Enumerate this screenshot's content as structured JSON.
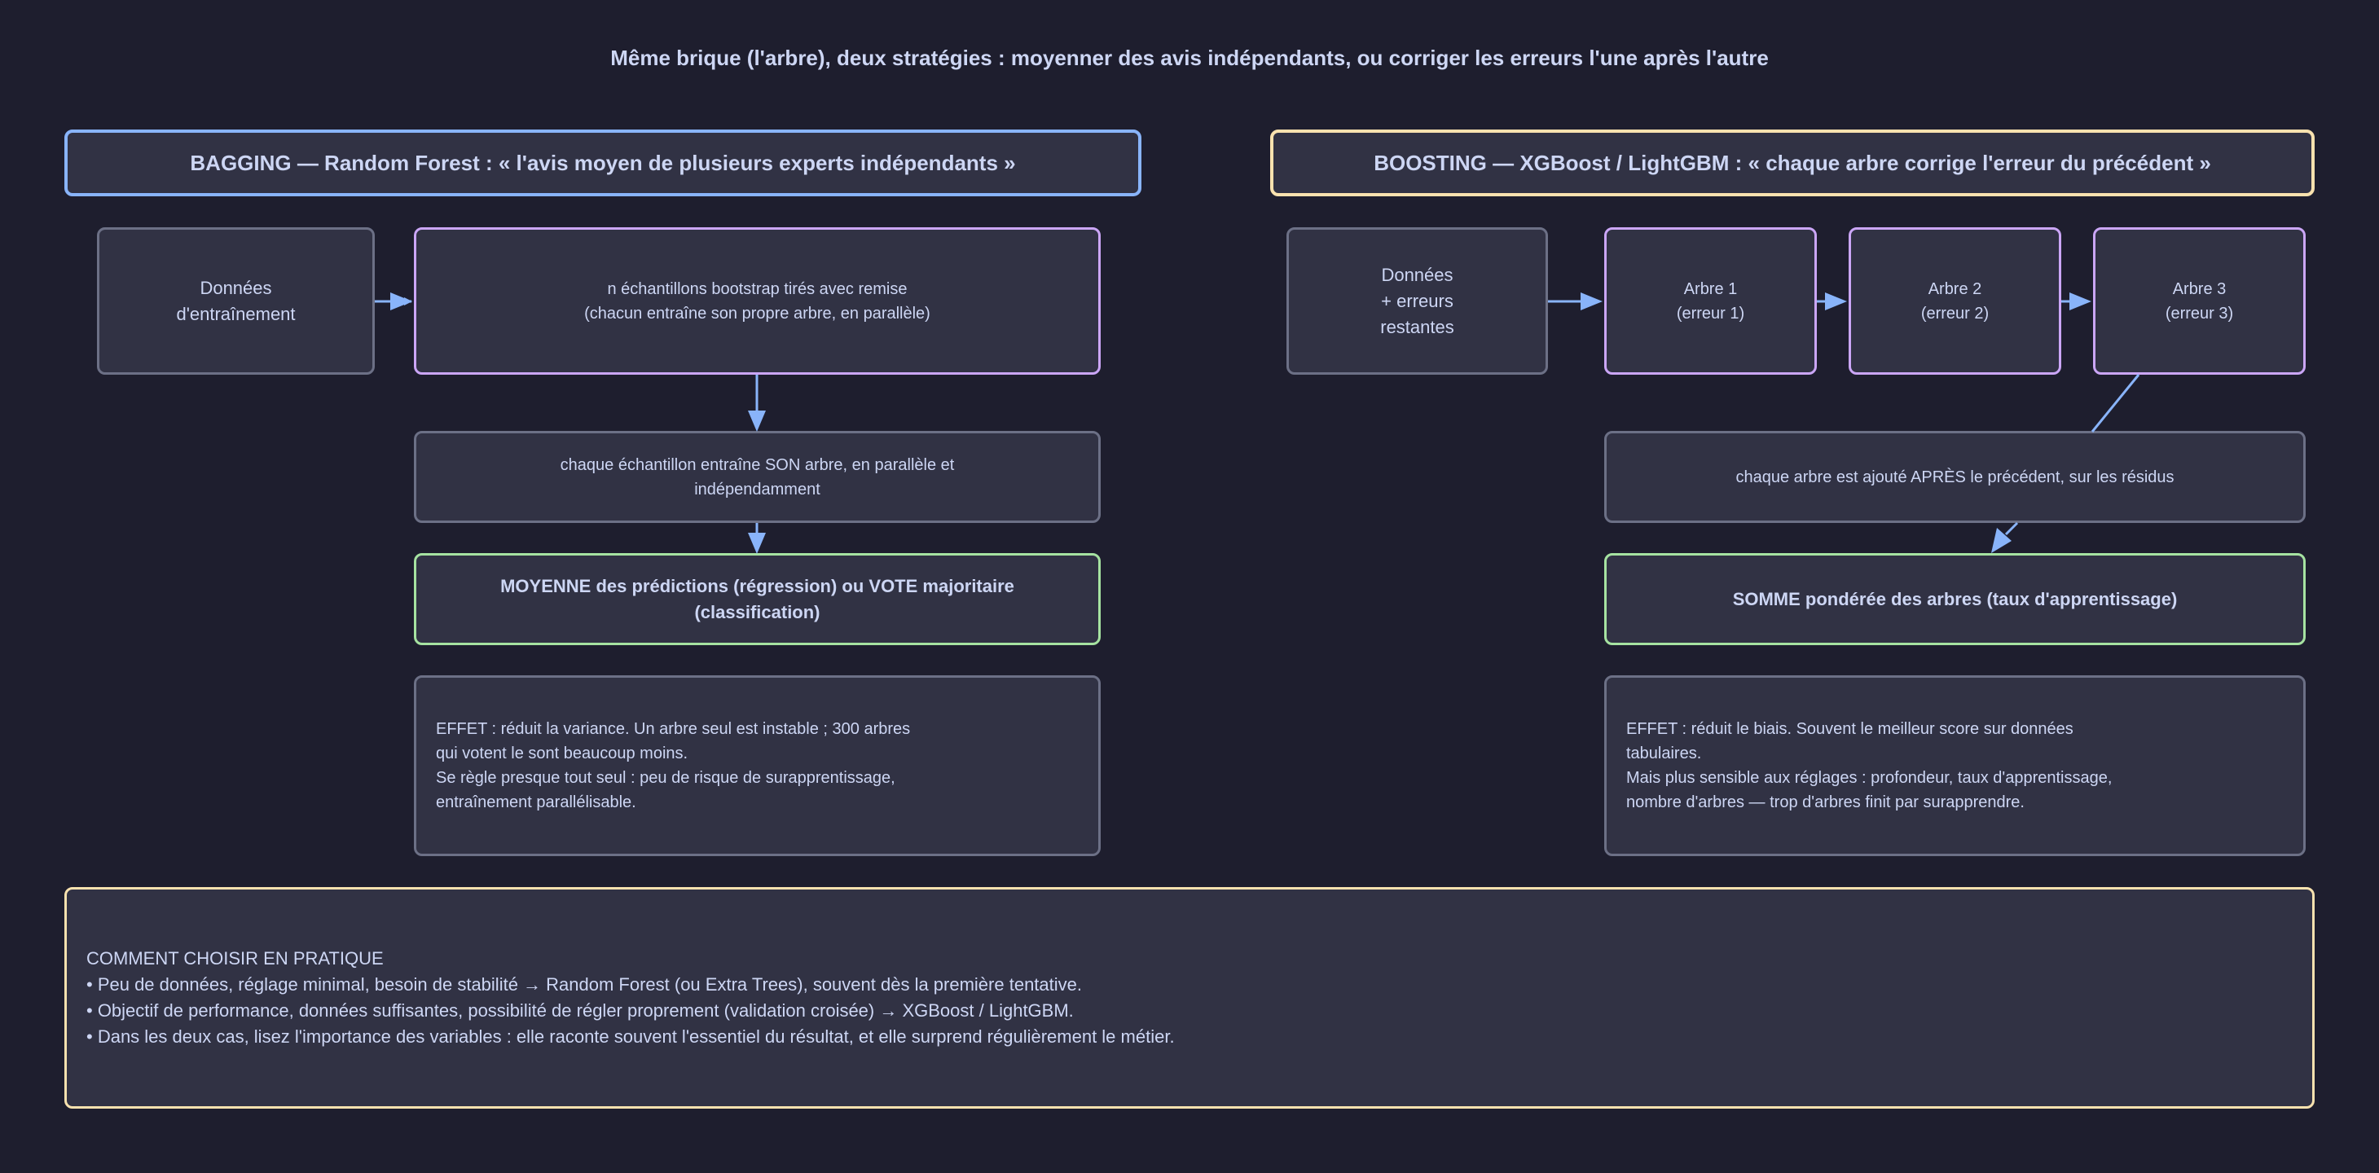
{
  "title": "Même brique (l'arbre), deux stratégies : moyenner des avis indépendants, ou corriger les erreurs l'une après l'autre",
  "bagging": {
    "header": "BAGGING — Random Forest : « l'avis moyen de plusieurs experts indépendants »",
    "data_box": "Données\nd'entraînement",
    "bootstrap_box": "n échantillons bootstrap tirés avec remise\n(chacun entraîne son propre arbre, en parallèle)",
    "train_box": "chaque échantillon entraîne SON arbre, en parallèle et\nindépendamment",
    "result_box": "MOYENNE des prédictions (régression) ou VOTE majoritaire\n(classification)",
    "effect_box": "EFFET : réduit la variance. Un arbre seul est instable ; 300 arbres\nqui votent le sont beaucoup moins.\nSe règle presque tout seul : peu de risque de surapprentissage,\nentraînement parallélisable."
  },
  "boosting": {
    "header": "BOOSTING — XGBoost / LightGBM : « chaque arbre corrige l'erreur du précédent »",
    "data_box": "Données\n+ erreurs\nrestantes",
    "tree1": "Arbre 1\n(erreur 1)",
    "tree2": "Arbre 2\n(erreur 2)",
    "tree3": "Arbre 3\n(erreur 3)",
    "sequence_box": "chaque arbre est ajouté APRÈS le précédent, sur les résidus",
    "result_box": "SOMME pondérée des arbres (taux d'apprentissage)",
    "effect_box": "EFFET : réduit le biais. Souvent le meilleur score sur données\ntabulaires.\nMais plus sensible aux réglages : profondeur, taux d'apprentissage,\nnombre d'arbres — trop d'arbres finit par surapprendre."
  },
  "summary": "COMMENT CHOISIR EN PRATIQUE\n• Peu de données, réglage minimal, besoin de stabilité → Random Forest (ou Extra Trees), souvent dès la première tentative.\n• Objectif de performance, données suffisantes, possibilité de régler proprement (validation croisée) → XGBoost / LightGBM.\n• Dans les deux cas, lisez l'importance des variables : elle raconte souvent l'essentiel du résultat, et elle surprend régulièrement le métier.",
  "colors": {
    "background": "#1e1e2e",
    "box_fill": "#313244",
    "neutral_border": "#6c7086",
    "bagging_accent": "#89b4fa",
    "boosting_accent": "#f9e2af",
    "tree_border": "#cba6f7",
    "result_border": "#a6e3a1",
    "arrow": "#89b4fa",
    "text": "#cdd6f4"
  }
}
